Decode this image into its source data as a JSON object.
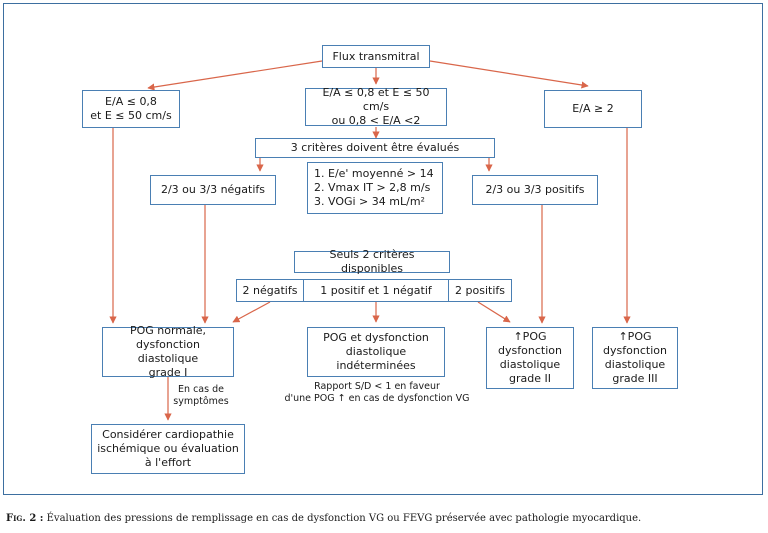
{
  "flowchart": {
    "root": "Flux transmitral",
    "branch_left": [
      "E/A ≤ 0,8",
      "et E ≤ 50 cm/s"
    ],
    "branch_middle": [
      "E/A ≤ 0,8 et E ≤ 50 cm/s",
      "ou 0,8 < E/A <2"
    ],
    "branch_right": "E/A ≥ 2",
    "criteria_header": "3 critères doivent être évalués",
    "criteria_list": [
      "1. E/e' moyenné > 14",
      "2. Vmax IT > 2,8 m/s",
      "3. VOGi > 34 mL/m²"
    ],
    "negatives": "2/3 ou 3/3 négatifs",
    "positives": "2/3 ou 3/3 positifs",
    "two_criteria_header": "Seuls 2 critères disponibles",
    "two_negatives": "2 négatifs",
    "one_each": "1 positif et 1 négatif",
    "two_positives": "2 positifs",
    "pog_normal": [
      "POG normale,",
      "dysfonction diastolique",
      "grade I"
    ],
    "pog_indeterminate": [
      "POG et dysfonction",
      "diastolique",
      "indéterminées"
    ],
    "pog_grade2": [
      "↑POG",
      "dysfonction",
      "diastolique",
      "grade II"
    ],
    "pog_grade3": [
      "↑POG",
      "dysfonction",
      "diastolique",
      "grade III"
    ],
    "symptoms_note": [
      "En cas de",
      "symptômes"
    ],
    "ratio_note": [
      "Rapport S/D < 1 en faveur",
      "d'une POG ↑ en cas de dysfonction VG"
    ],
    "consider": [
      "Considérer cardiopathie",
      "ischémique ou évaluation",
      "à l'effort"
    ]
  },
  "caption": {
    "label": "Fig. 2 :",
    "text": " Évaluation des pressions de remplissage en cas de dysfonction VG ou FEVG préservée avec pathologie myocardique."
  },
  "colors": {
    "box_border": "#4a7fb3",
    "arrow": "#d9664a",
    "frame": "#3d6fa0"
  }
}
